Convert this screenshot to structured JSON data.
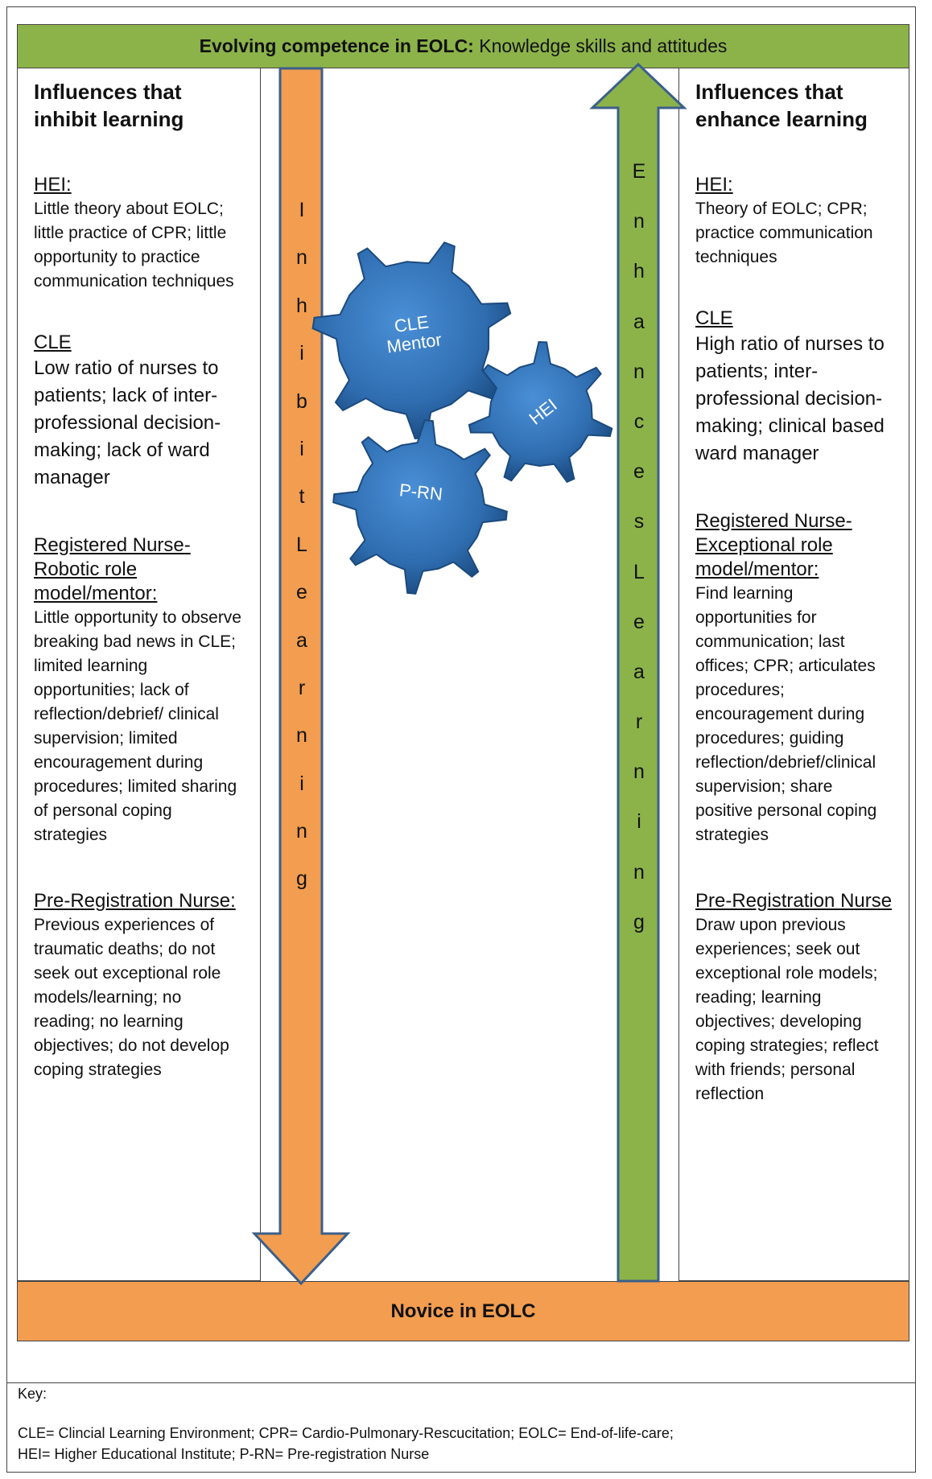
{
  "top_banner": {
    "bold": "Evolving competence in EOLC:",
    "rest": " Knowledge skills and attitudes"
  },
  "bottom_banner": "Novice in EOLC",
  "left_panel": {
    "title_line1": "Influences that",
    "title_line2": "inhibit learning",
    "sections": [
      {
        "title": "HEI:",
        "body": "Little theory about EOLC; little practice of CPR; little opportunity to practice communication techniques"
      },
      {
        "title": "CLE",
        "body": "Low ratio of nurses to patients; lack of inter-professional decision-making; lack of ward manager"
      },
      {
        "title": "Registered Nurse-Robotic role model/mentor:",
        "body": "Little opportunity to observe breaking bad news in CLE; limited learning opportunities; lack of reflection/debrief/ clinical supervision; limited encouragement during procedures; limited sharing of personal coping strategies"
      },
      {
        "title": "Pre-Registration Nurse:",
        "body": "Previous experiences of traumatic deaths; do not seek out exceptional role models/learning; no reading; no learning objectives; do not develop coping strategies"
      }
    ]
  },
  "right_panel": {
    "title_line1": "Influences that",
    "title_line2": "enhance learning",
    "sections": [
      {
        "title": "HEI:",
        "body": "Theory of EOLC; CPR; practice communication techniques"
      },
      {
        "title": "CLE",
        "body": "High ratio of nurses to patients; inter-professional decision-making; clinical based ward manager"
      },
      {
        "title": "Registered Nurse-Exceptional role model/mentor:",
        "body": "Find learning opportunities for communication; last offices; CPR; articulates procedures; encouragement during procedures; guiding reflection/debrief/clinical supervision; share positive personal coping strategies"
      },
      {
        "title": "Pre-Registration Nurse",
        "body": "Draw upon previous experiences; seek out exceptional role models; reading; learning objectives; developing coping strategies; reflect with friends; personal reflection"
      }
    ]
  },
  "arrows": {
    "down_label": [
      "I",
      "n",
      "h",
      "i",
      "b",
      "i",
      "t",
      "L",
      "e",
      "a",
      "r",
      "n",
      "i",
      "n",
      "g"
    ],
    "up_label": [
      "E",
      "n",
      "h",
      "a",
      "n",
      "c",
      "e",
      "s",
      "L",
      "e",
      "a",
      "r",
      "n",
      "i",
      "n",
      "g"
    ],
    "down_color": "#f29d4f",
    "up_color": "#8cb34a",
    "outline_color": "#3b5f8a"
  },
  "gears": {
    "cle_mentor_line1": "CLE",
    "cle_mentor_line2": "Mentor",
    "hei": "HEI",
    "prn": "P-RN",
    "color": "#2f6db0"
  },
  "key": {
    "title": "Key:",
    "line1": "CLE= Clincial Learning Environment; CPR= Cardio-Pulmonary-Rescucitation; EOLC= End-of-life-care;",
    "line2": "HEI= Higher Educational Institute; P-RN= Pre-registration Nurse"
  }
}
